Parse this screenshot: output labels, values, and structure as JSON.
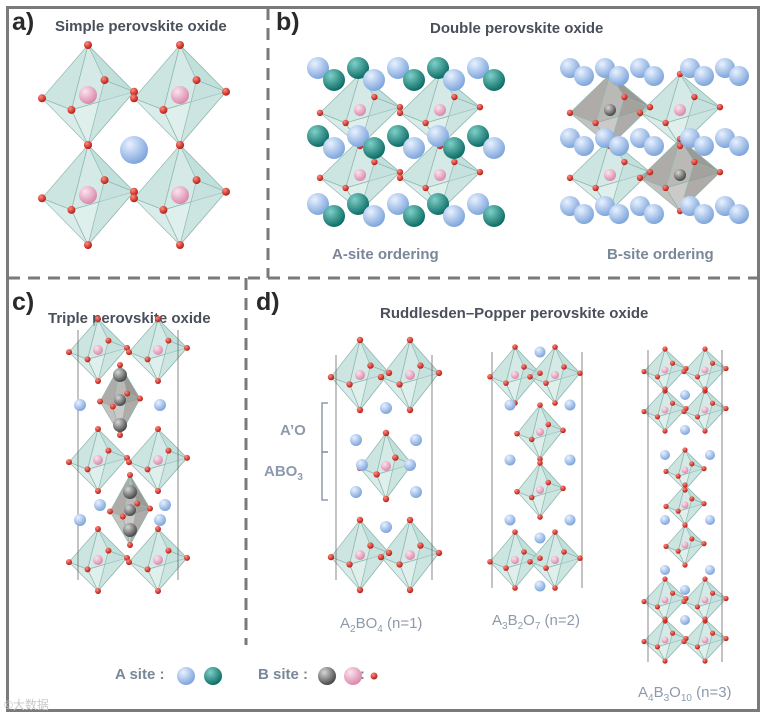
{
  "panels": {
    "a": {
      "label": "a)",
      "title": "Simple perovskite oxide"
    },
    "b": {
      "label": "b)",
      "title": "Double perovskite oxide",
      "sub_left": "A-site ordering",
      "sub_right": "B-site ordering"
    },
    "c": {
      "label": "c)",
      "title": "Triple perovskite oxide"
    },
    "d": {
      "label": "d)",
      "title": "Ruddlesden–Popper perovskite oxide",
      "layer_top": "A’O",
      "layer_bottom_main": "ABO",
      "layer_bottom_sub": "3",
      "f1": {
        "a": "A",
        "a_sub": "2",
        "b": "BO",
        "b_sub": "4",
        "n": " (n=1)"
      },
      "f2": {
        "a": "A",
        "a_sub": "3",
        "b": "B",
        "b_sub": "2",
        "c": "O",
        "c_sub": "7",
        "n": " (n=2)"
      },
      "f3": {
        "a": "A",
        "a_sub": "4",
        "b": "B",
        "b_sub": "3",
        "c": "O",
        "c_sub": "10",
        "n": " (n=3)"
      }
    }
  },
  "legend": {
    "a_site": "A site :",
    "b_site": "B site :",
    "o": "O :"
  },
  "colors": {
    "a_site_light": "#9ec0ee",
    "a_site_dark": "#1e8c84",
    "b_site_gray": "#6c6c6c",
    "b_site_pink": "#e6a8c0",
    "oxygen": "#d62a22",
    "octahedron": "#b9dbd5",
    "frame": "#7a7a7a"
  }
}
